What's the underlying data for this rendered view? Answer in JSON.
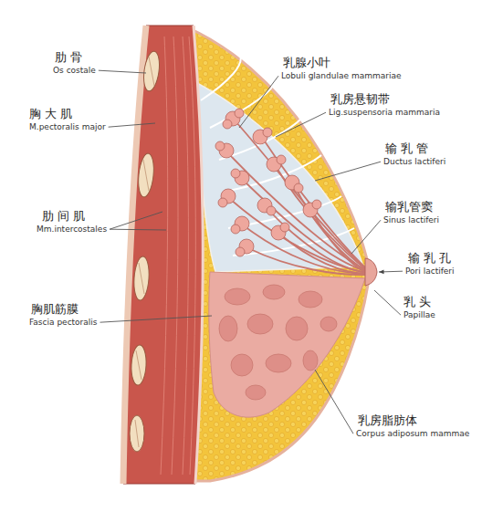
{
  "diagram": {
    "labels": [
      "肋 骨",
      "Os costale",
      "乳腺小叶",
      "Lobuli glandulae mammariae",
      "胸 大 肌",
      "M.pectoralis major",
      "乳房悬韧带",
      "Lig.suspensoria mammaria",
      "输 乳 管",
      "Ductus lactiferi",
      "输乳管窦",
      "Sinus lactiferi",
      "肋 间 肌",
      "Mm.intercostales",
      "输 乳 孔",
      "Pori lactiferi",
      "胸肌筋膜",
      "Fascia pectoralis",
      "乳 头",
      "Papillae",
      "乳房脂肪体",
      "Corpus adiposum mammae"
    ]
  }
}
